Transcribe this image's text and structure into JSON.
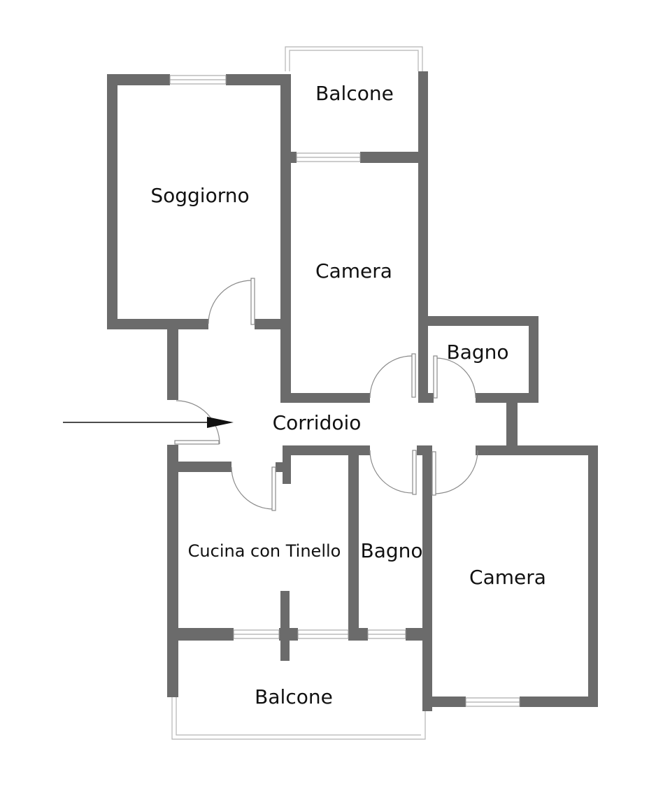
{
  "rooms": {
    "soggiorno": "Soggiorno",
    "balcone_top": "Balcone",
    "camera_top": "Camera",
    "bagno_top": "Bagno",
    "corridoio": "Corridoio",
    "cucina": "Cucina con Tinello",
    "bagno_bottom": "Bagno",
    "camera_bottom": "Camera",
    "balcone_bottom": "Balcone"
  },
  "colors": {
    "wall": "#6b6b6b",
    "background": "#ffffff",
    "text": "#111111"
  },
  "icons": {
    "entrance": "entrance-arrow-icon"
  }
}
